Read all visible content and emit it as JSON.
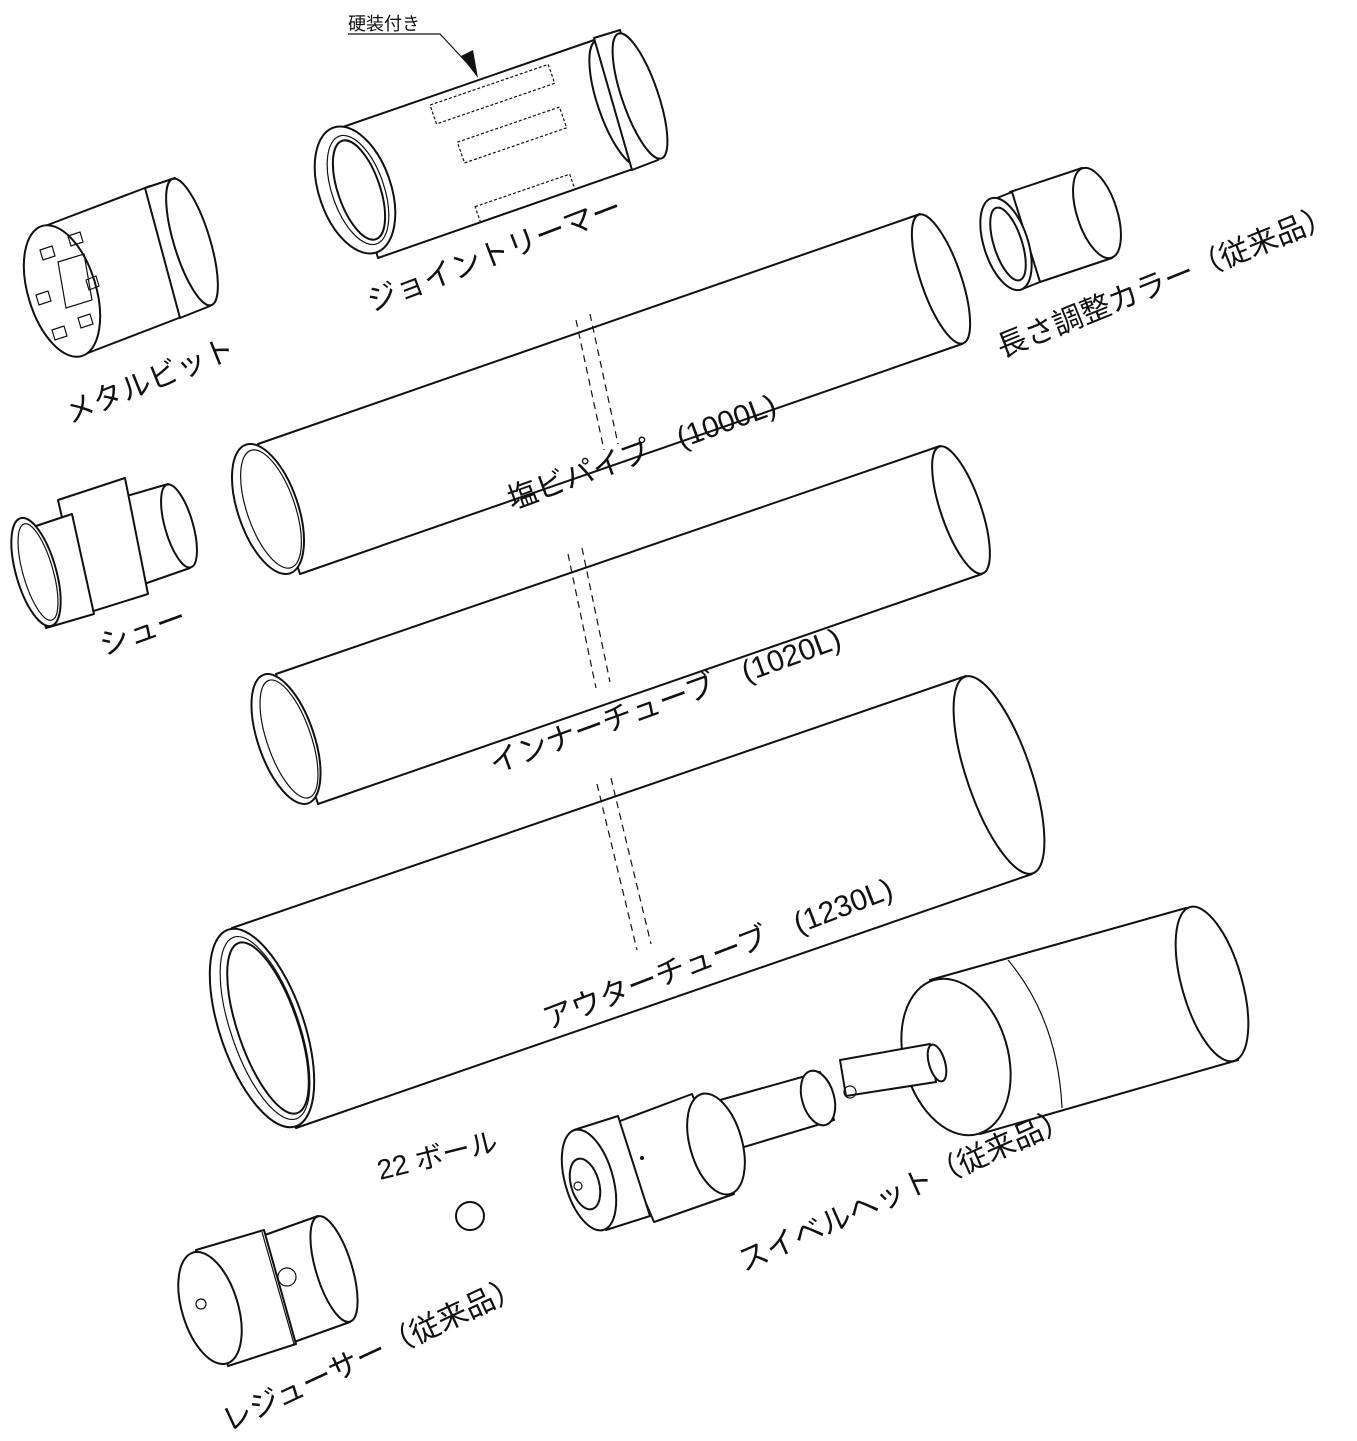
{
  "labels": {
    "hard_facing": "硬装付き",
    "joint_reamer": "ジョイントリーマー",
    "metal_bit": "メタルビット",
    "length_collar": "長さ調整カラー（従来品）",
    "pvc_pipe": "塩ビパイプ　(1000L)",
    "shoe": "シュー",
    "inner_tube": "インナーチューブ　(1020L)",
    "outer_tube": "アウターチューブ　(1230L)",
    "ball": "22 ボール",
    "swivel_head": "スイベルヘット（従来品）",
    "reducer": "レジューサー（従来品）"
  },
  "colors": {
    "line": "#111111",
    "background": "#ffffff"
  }
}
